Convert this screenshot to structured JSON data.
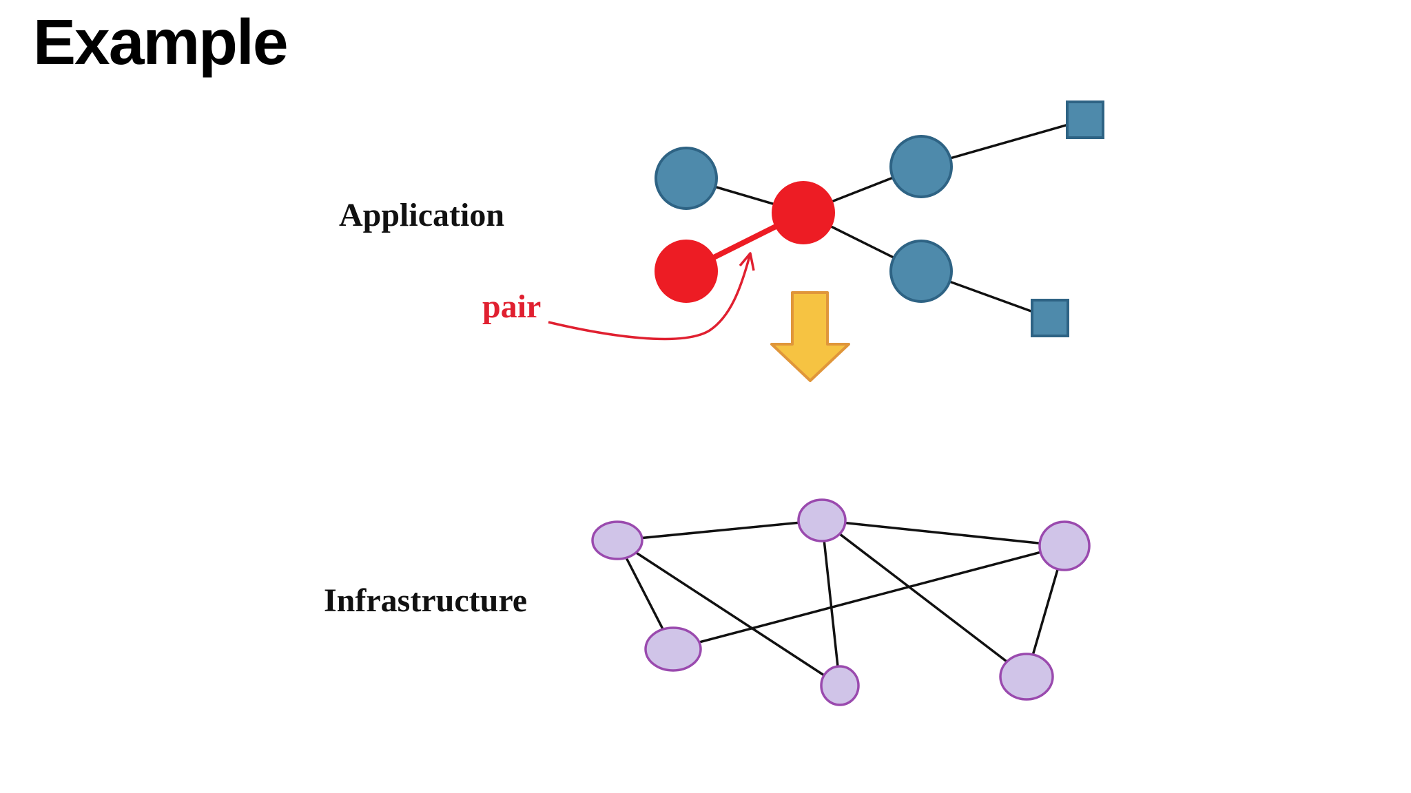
{
  "slide": {
    "title": "Example"
  },
  "application": {
    "label": "Application",
    "pair_label": "pair"
  },
  "infrastructure": {
    "label": "Infrastructure"
  },
  "colors": {
    "app_node": "#4e8aab",
    "app_node_stroke": "#2e6384",
    "pair_node": "#ed1c24",
    "pair_annotation": "#e02030",
    "arrow_fill": "#f6c342",
    "arrow_stroke": "#e0963a",
    "infra_node": "#d0c4e8",
    "infra_node_stroke": "#9a4aae",
    "edge": "#111111"
  }
}
